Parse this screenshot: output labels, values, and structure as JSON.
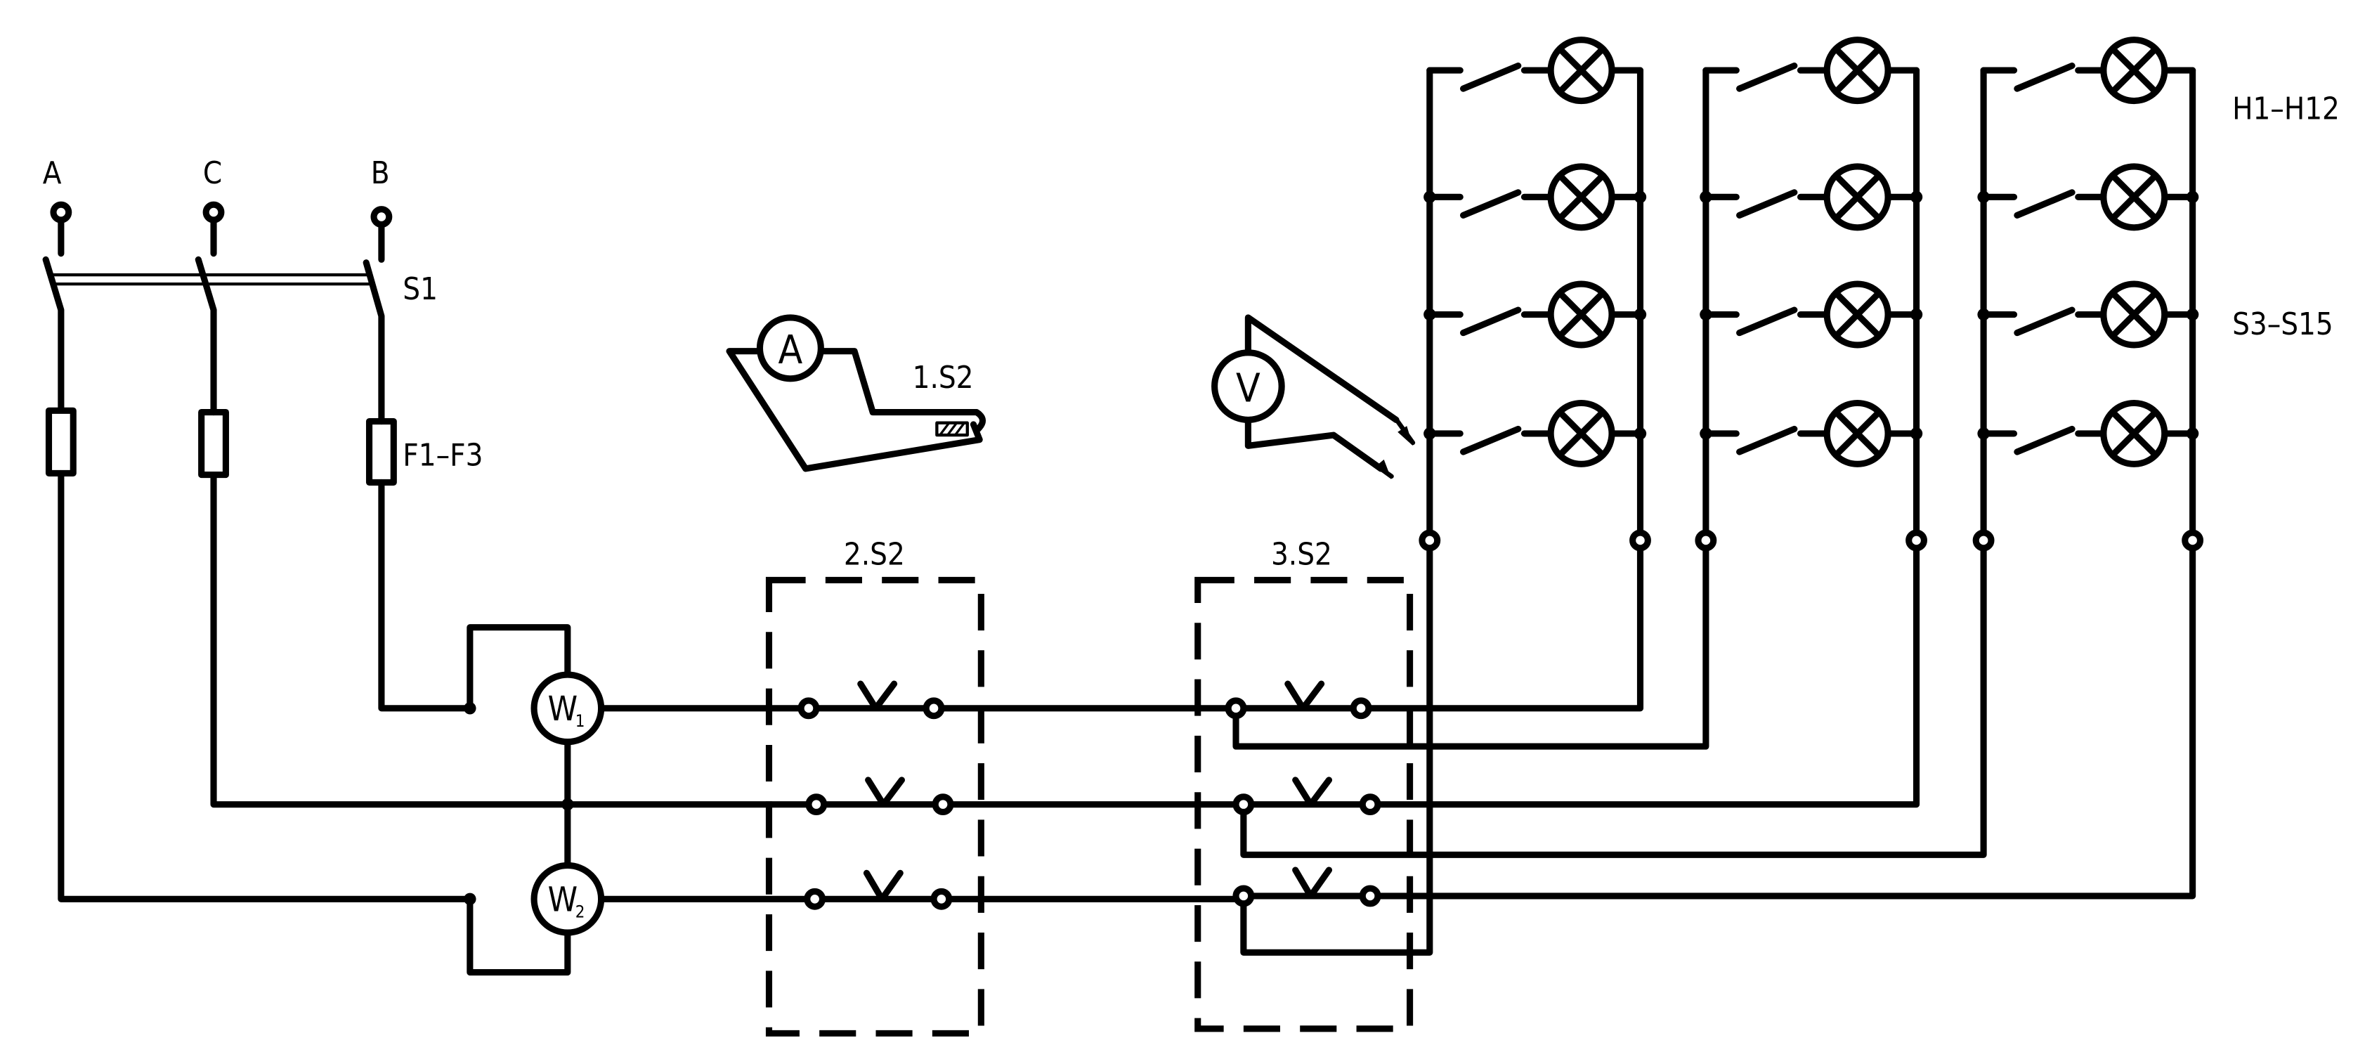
{
  "labels": {
    "phase_a": "A",
    "phase_c": "C",
    "phase_b": "B",
    "main_switch": "S1",
    "fuses": "F1–F3",
    "ammeter_probe": "1.S2",
    "switch_block_2": "2.S2",
    "switch_block_3": "3.S2",
    "lamps": "H1–H12",
    "lamp_switches": "S3–S15"
  },
  "meters": {
    "ammeter": "A",
    "voltmeter": "V",
    "wattmeter_1_letter": "W",
    "wattmeter_1_index": "1",
    "wattmeter_2_letter": "W",
    "wattmeter_2_index": "2"
  },
  "lamp_grid": {
    "groups": 3,
    "lamps_per_group": 4
  }
}
